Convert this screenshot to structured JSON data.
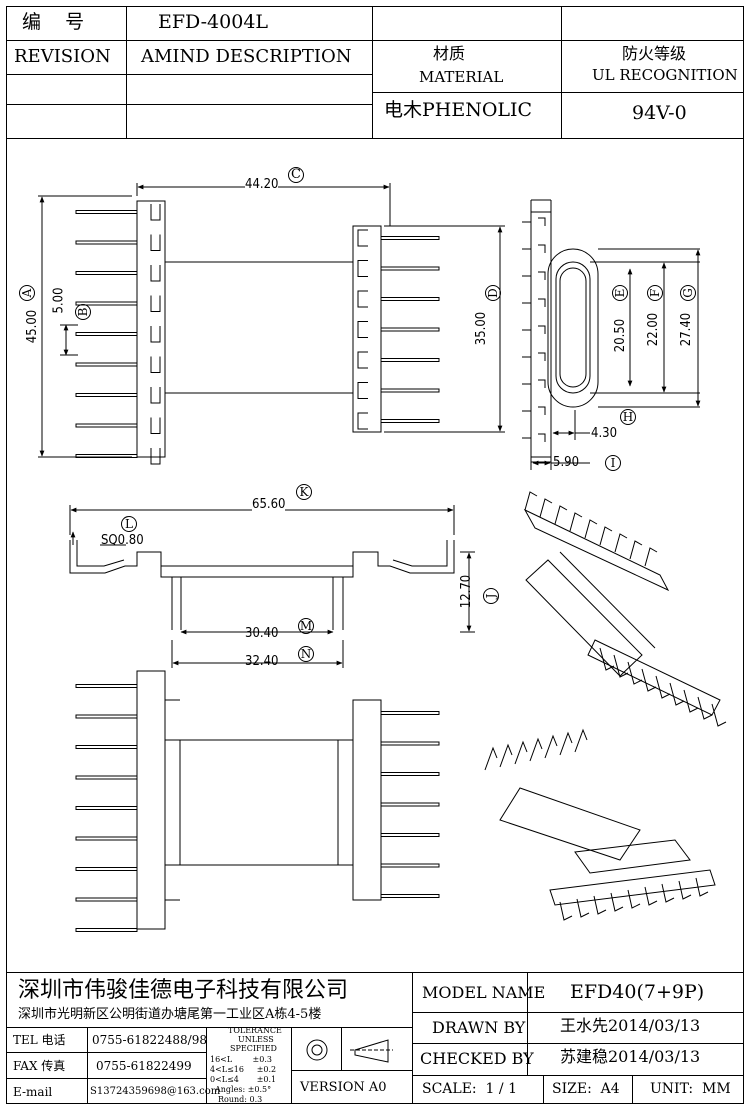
{
  "header": {
    "part_no_label": "编    号",
    "part_no": "EFD-4004L",
    "revision_label": "REVISION",
    "amend_label": "AMIND DESCRIPTION",
    "material_label_cn": "材质",
    "material_label_en": "MATERIAL",
    "material_value": "电木PHENOLIC",
    "ul_label_cn": "防火等级",
    "ul_label_en": "UL RECOGNITION",
    "ul_value": "94V-0"
  },
  "dimensions": {
    "C": {
      "letter": "C",
      "value": "44.20"
    },
    "A": {
      "letter": "A",
      "value": "45.00"
    },
    "B": {
      "letter": "B",
      "value": "5.00"
    },
    "D": {
      "letter": "D",
      "value": "35.00"
    },
    "E": {
      "letter": "E",
      "value": "20.50"
    },
    "F": {
      "letter": "F",
      "value": "22.00"
    },
    "G": {
      "letter": "G",
      "value": "27.40"
    },
    "H": {
      "letter": "H",
      "value": "4.30"
    },
    "I": {
      "letter": "I",
      "value": "5.90"
    },
    "K": {
      "letter": "K",
      "value": "65.60"
    },
    "L": {
      "letter": "L",
      "value": "SQ0.80"
    },
    "J": {
      "letter": "J",
      "value": "12.70"
    },
    "M": {
      "letter": "M",
      "value": "30.40"
    },
    "N": {
      "letter": "N",
      "value": "32.40"
    }
  },
  "title_block": {
    "company": "深圳市伟骏佳德电子科技有限公司",
    "address": "深圳市光明新区公明街道办塘尾第一工业区A栋4-5楼",
    "tel_label": "TEL 电话",
    "tel": "0755-61822488/98",
    "fax_label": "FAX 传真",
    "fax": "0755-61822499",
    "email_label": "E-mail",
    "email": "S13724359698@163.com",
    "tolerance": {
      "title": "TOLERANCE",
      "unless": "UNLESS",
      "specified": "SPECIFIED",
      "rows": [
        "16<L        ±0.3",
        "4<L≤16     ±0.2",
        "0<L≤4       ±0.1",
        "Angles: ±0.5°",
        "Round: 0.3"
      ]
    },
    "version": "VERSION A0",
    "model_label": "MODEL NAME",
    "model": "EFD40(7+9P)",
    "drawn_label": "DRAWN BY",
    "drawn": "王水先2014/03/13",
    "checked_label": "CHECKED BY",
    "checked": "苏建稳2014/03/13",
    "scale": "SCALE:  1 / 1",
    "size": "SIZE:  A4",
    "unit": "UNIT:  MM"
  }
}
